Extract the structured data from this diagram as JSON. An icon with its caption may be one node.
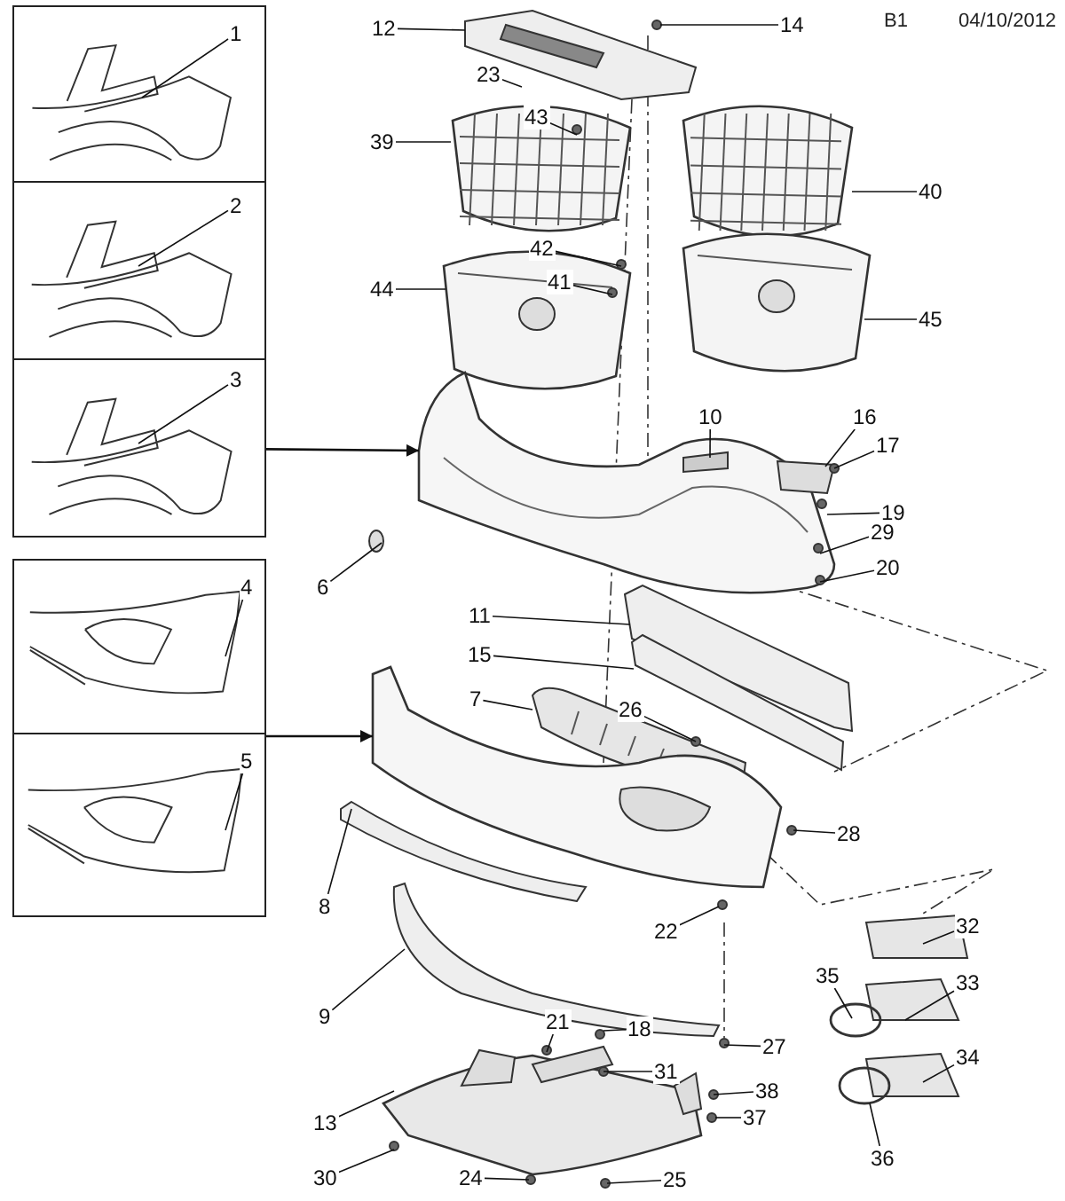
{
  "diagram": {
    "nodes": [
      {
        "text": [],
        "shape": "box"
      },
      {
        "text": [
          "1"
        ],
        "in": 0
      },
      {
        "text": [],
        "shape": "box"
      },
      {
        "text": [
          "2"
        ],
        "in": 2
      },
      {
        "text": [],
        "shape": "box"
      },
      {
        "text": [
          "3"
        ],
        "in": 4
      },
      {
        "text": [],
        "shape": "box"
      },
      {
        "text": [
          "4"
        ],
        "in": 6
      },
      {
        "text": [],
        "shape": "box"
      },
      {
        "text": [
          "5"
        ],
        "in": 8
      },
      {
        "text": [
          "6"
        ]
      },
      {
        "text": [
          "7"
        ]
      },
      {
        "text": [
          "8"
        ]
      },
      {
        "text": [
          "9"
        ]
      },
      {
        "text": [
          "10"
        ]
      },
      {
        "text": [
          "11"
        ]
      },
      {
        "text": [
          "12"
        ]
      },
      {
        "text": [
          "13"
        ]
      },
      {
        "text": [
          "14"
        ]
      },
      {
        "text": [
          "15"
        ]
      },
      {
        "text": [
          "16"
        ]
      },
      {
        "text": [
          "17"
        ]
      },
      {
        "text": [
          "18"
        ]
      },
      {
        "text": [
          "19"
        ]
      },
      {
        "text": [
          "20"
        ]
      },
      {
        "text": [
          "21"
        ]
      },
      {
        "text": [
          "22"
        ]
      },
      {
        "text": [
          "23"
        ]
      },
      {
        "text": [
          "24"
        ]
      },
      {
        "text": [
          "25"
        ]
      },
      {
        "text": [
          "26"
        ]
      },
      {
        "text": [
          "27"
        ]
      },
      {
        "text": [
          "28"
        ]
      },
      {
        "text": [
          "29"
        ]
      },
      {
        "text": [
          "30"
        ]
      },
      {
        "text": [
          "31"
        ]
      },
      {
        "text": [
          "32"
        ]
      },
      {
        "text": [
          "33"
        ]
      },
      {
        "text": [
          "34"
        ]
      },
      {
        "text": [
          "35"
        ]
      },
      {
        "text": [
          "36"
        ]
      },
      {
        "text": [
          "37"
        ]
      },
      {
        "text": [
          "38"
        ]
      },
      {
        "text": [
          "39"
        ]
      },
      {
        "text": [
          "40"
        ]
      },
      {
        "text": [
          "41"
        ]
      },
      {
        "text": [
          "42"
        ]
      },
      {
        "text": [
          "43"
        ]
      },
      {
        "text": [
          "44"
        ]
      },
      {
        "text": [
          "45"
        ]
      }
    ],
    "edges": [
      {
        "from": 1,
        "to": null,
        "arrow": "none"
      },
      {
        "from": 3,
        "to": null,
        "arrow": "none"
      },
      {
        "from": 5,
        "to": null,
        "arrow": "none"
      },
      {
        "from": 7,
        "to": null,
        "arrow": "none"
      },
      {
        "from": 9,
        "to": null,
        "arrow": "none"
      },
      {
        "from": 10,
        "to": null,
        "arrow": "none"
      },
      {
        "from": 11,
        "to": null,
        "arrow": "none"
      },
      {
        "from": 12,
        "to": null,
        "arrow": "none"
      },
      {
        "from": 13,
        "to": null,
        "arrow": "none"
      },
      {
        "from": 14,
        "to": null,
        "arrow": "none"
      },
      {
        "from": 15,
        "to": null,
        "arrow": "none"
      },
      {
        "from": 16,
        "to": null,
        "arrow": "none"
      },
      {
        "from": 17,
        "to": null,
        "arrow": "none"
      },
      {
        "from": 18,
        "to": null,
        "arrow": "none"
      },
      {
        "from": 19,
        "to": null,
        "arrow": "none"
      },
      {
        "from": 20,
        "to": null,
        "arrow": "none"
      },
      {
        "from": 21,
        "to": null,
        "arrow": "none"
      },
      {
        "from": 22,
        "to": null,
        "arrow": "none"
      },
      {
        "from": 23,
        "to": null,
        "arrow": "none"
      },
      {
        "from": 24,
        "to": null,
        "arrow": "none"
      },
      {
        "from": 25,
        "to": null,
        "arrow": "none"
      },
      {
        "from": 26,
        "to": null,
        "arrow": "none"
      },
      {
        "from": 27,
        "to": null,
        "arrow": "none"
      },
      {
        "from": 28,
        "to": null,
        "arrow": "none"
      },
      {
        "from": 29,
        "to": null,
        "arrow": "none"
      },
      {
        "from": 30,
        "to": null,
        "arrow": "none"
      },
      {
        "from": 31,
        "to": null,
        "arrow": "none"
      },
      {
        "from": 32,
        "to": null,
        "arrow": "none"
      },
      {
        "from": 33,
        "to": null,
        "arrow": "none"
      },
      {
        "from": 34,
        "to": null,
        "arrow": "none"
      },
      {
        "from": 35,
        "to": null,
        "arrow": "none"
      },
      {
        "from": 36,
        "to": null,
        "arrow": "none"
      },
      {
        "from": 37,
        "to": null,
        "arrow": "none"
      },
      {
        "from": 38,
        "to": null,
        "arrow": "none"
      },
      {
        "from": 39,
        "to": null,
        "arrow": "none"
      },
      {
        "from": 40,
        "to": null,
        "arrow": "none"
      },
      {
        "from": 41,
        "to": null,
        "arrow": "none"
      },
      {
        "from": 42,
        "to": null,
        "arrow": "none"
      },
      {
        "from": 43,
        "to": null,
        "arrow": "none"
      },
      {
        "from": 44,
        "to": null,
        "arrow": "none"
      },
      {
        "from": 45,
        "to": null,
        "arrow": "none"
      },
      {
        "from": 46,
        "to": null,
        "arrow": "none"
      },
      {
        "from": 47,
        "to": null,
        "arrow": "none"
      },
      {
        "from": 48,
        "to": null,
        "arrow": "none"
      },
      {
        "from": 49,
        "to": null,
        "arrow": "none"
      },
      {
        "from": 4,
        "to": null,
        "arrow": "to"
      },
      {
        "from": 6,
        "to": null,
        "arrow": "to"
      }
    ],
    "labels": [
      "B1",
      "04/10/2012"
    ]
  }
}
